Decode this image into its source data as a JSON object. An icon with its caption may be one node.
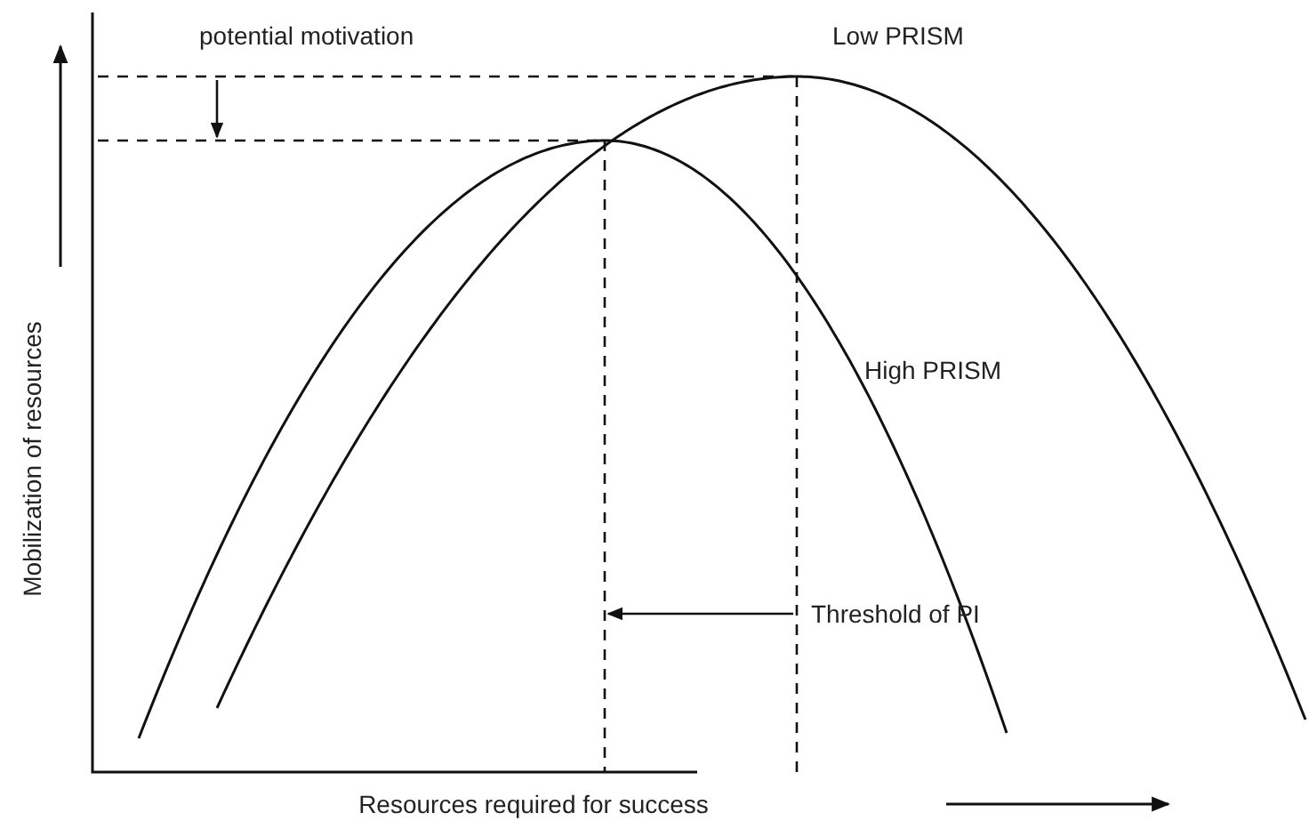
{
  "diagram": {
    "labels": [
      "potential motivation",
      "Low PRISM",
      "Mobilization of resources",
      "High PRISM",
      "Threshold of PI",
      "Resources required for success"
    ]
  }
}
